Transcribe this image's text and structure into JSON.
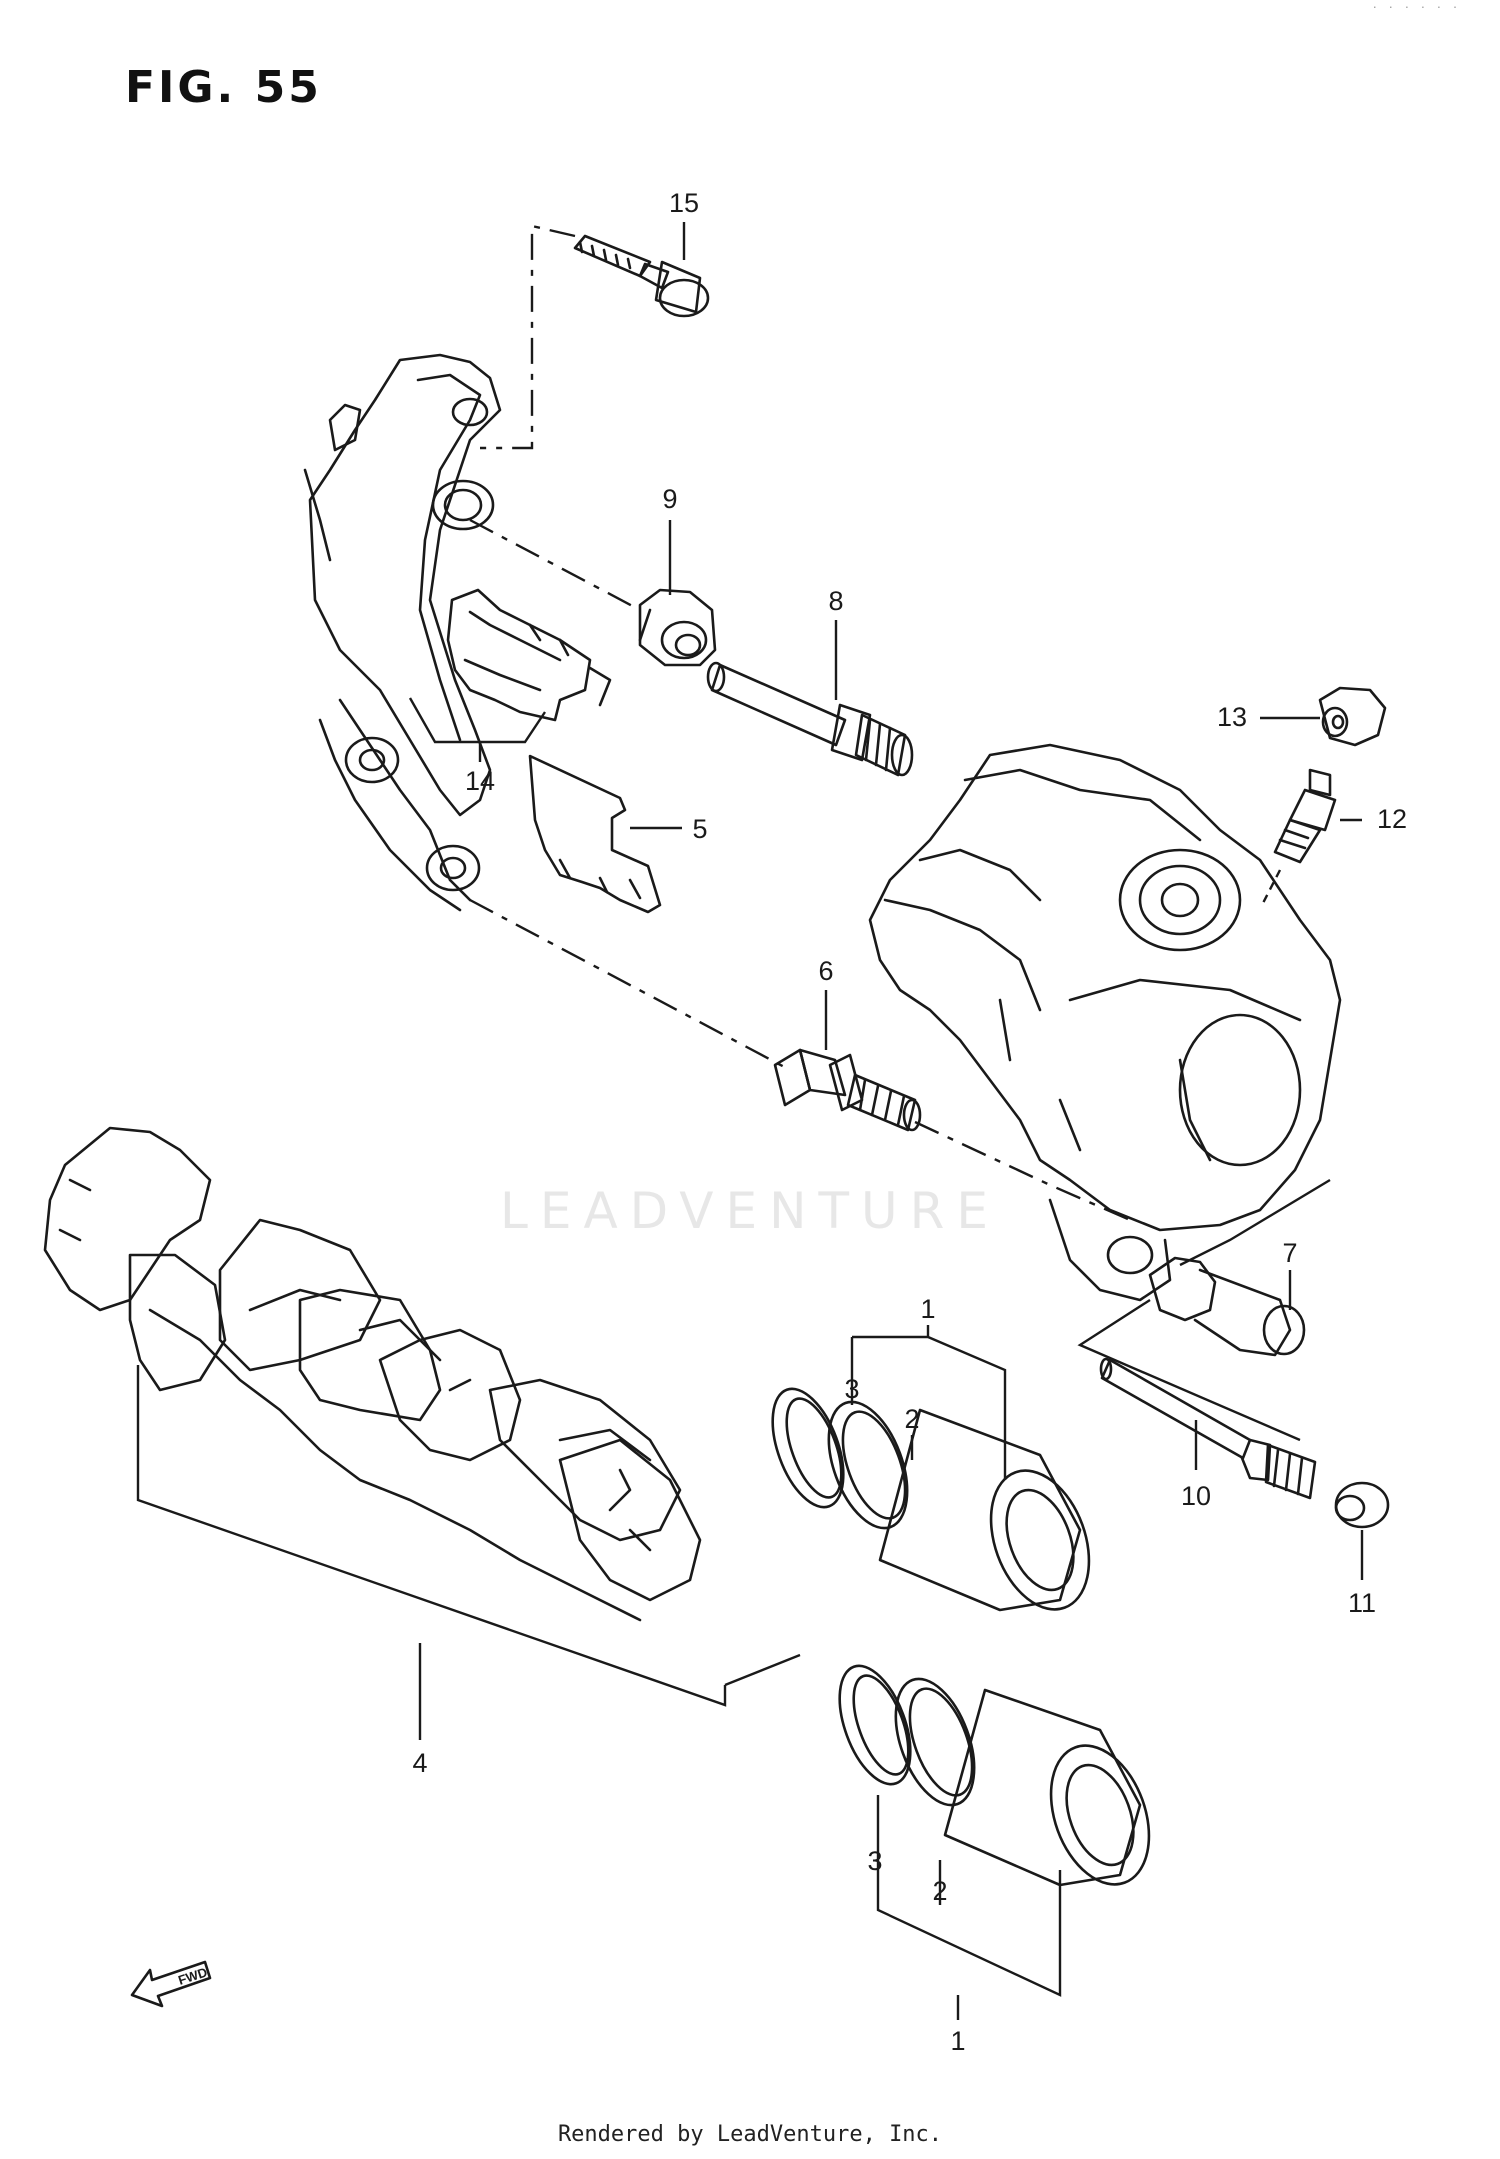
{
  "figure": {
    "title": "FIG. 55",
    "footer": "Rendered by LeadVenture, Inc.",
    "corner_mark": ". . . . . .",
    "watermark": "LEADVENTURE",
    "fwd_arrow_label": "FWD"
  },
  "callouts": [
    {
      "id": "c15",
      "label": "15"
    },
    {
      "id": "c9",
      "label": "9"
    },
    {
      "id": "c8",
      "label": "8"
    },
    {
      "id": "c13",
      "label": "13"
    },
    {
      "id": "c12",
      "label": "12"
    },
    {
      "id": "c14",
      "label": "14"
    },
    {
      "id": "c5",
      "label": "5"
    },
    {
      "id": "c6",
      "label": "6"
    },
    {
      "id": "c7",
      "label": "7"
    },
    {
      "id": "c1a",
      "label": "1"
    },
    {
      "id": "c3a",
      "label": "3"
    },
    {
      "id": "c2a",
      "label": "2"
    },
    {
      "id": "c10",
      "label": "10"
    },
    {
      "id": "c11",
      "label": "11"
    },
    {
      "id": "c4",
      "label": "4"
    },
    {
      "id": "c3b",
      "label": "3"
    },
    {
      "id": "c2b",
      "label": "2"
    },
    {
      "id": "c1b",
      "label": "1"
    }
  ],
  "colors": {
    "line": "#1a1a1a",
    "paper": "#ffffff",
    "watermark": "#e7e7e7"
  }
}
